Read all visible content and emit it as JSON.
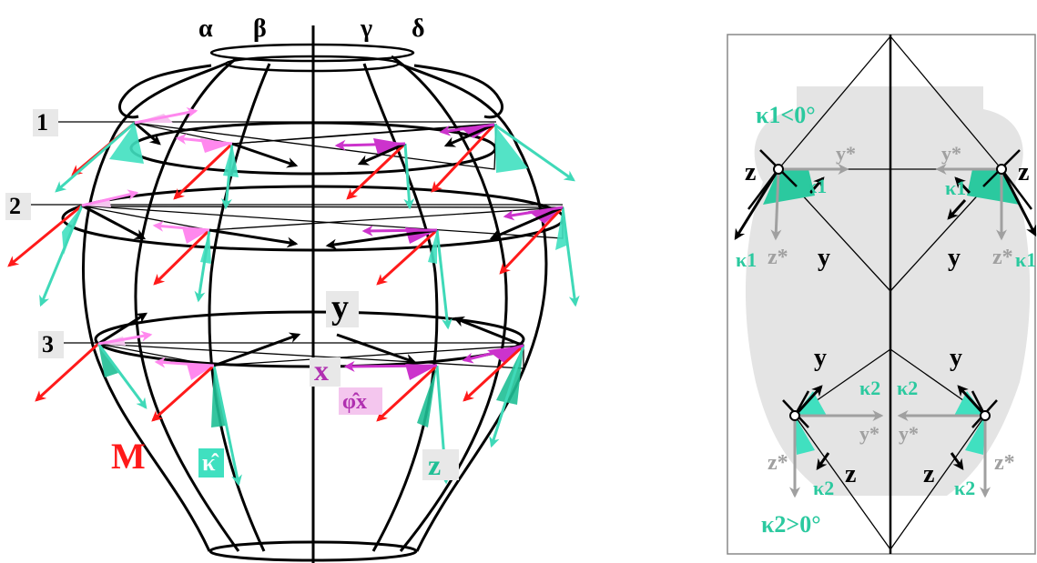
{
  "vase": {
    "meridians": [
      "α",
      "β",
      "γ",
      "δ"
    ],
    "levels": [
      "1",
      "2",
      "3"
    ],
    "axis_y": "y",
    "axis_x": "x",
    "phi_hat": "φ̂x",
    "kappa_hat": "κ̂",
    "axis_z": "z",
    "moment": "M"
  },
  "cross_section": {
    "kappa1_cond": "κ1<0°",
    "kappa2_cond": "κ2>0°",
    "kappa1": "κ1",
    "kappa2": "κ2",
    "y": "y",
    "y_star": "y*",
    "z": "z",
    "z_star": "z*"
  },
  "colors": {
    "red": "#ff1a1a",
    "teal": "#40e0c0",
    "teal_dark": "#1fbf95",
    "magenta": "#cc33cc",
    "pink": "#ff88ee",
    "gray": "#a0a0a0",
    "silhouette": "#e4e4e4"
  }
}
